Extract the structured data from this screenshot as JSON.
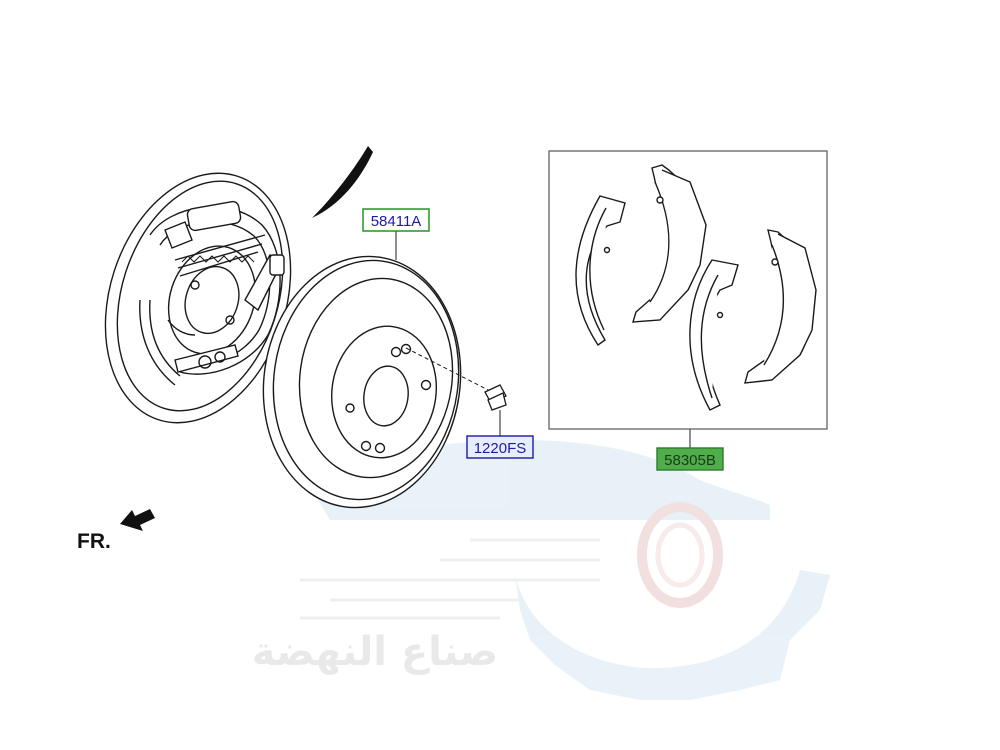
{
  "diagram": {
    "callouts": {
      "drum": {
        "code": "58411A",
        "box_fill": "#ffffff",
        "box_stroke": "#1a8a1a",
        "text_color": "#1a1aa8"
      },
      "bolt": {
        "code": "1220FS",
        "box_fill": "#e8ecff",
        "box_stroke": "#1a1aa8",
        "text_color": "#1a1aa8"
      },
      "shoe_kit": {
        "code": "58305B",
        "box_fill": "#4fae4a",
        "box_stroke": "#2d7a2d",
        "text_color": "#1a3a1a"
      }
    },
    "direction": {
      "label": "FR.",
      "icon": "arrow-front-icon"
    },
    "watermark": {
      "text": "صناع النهضة",
      "icon": "gear-car-logo-icon"
    }
  }
}
